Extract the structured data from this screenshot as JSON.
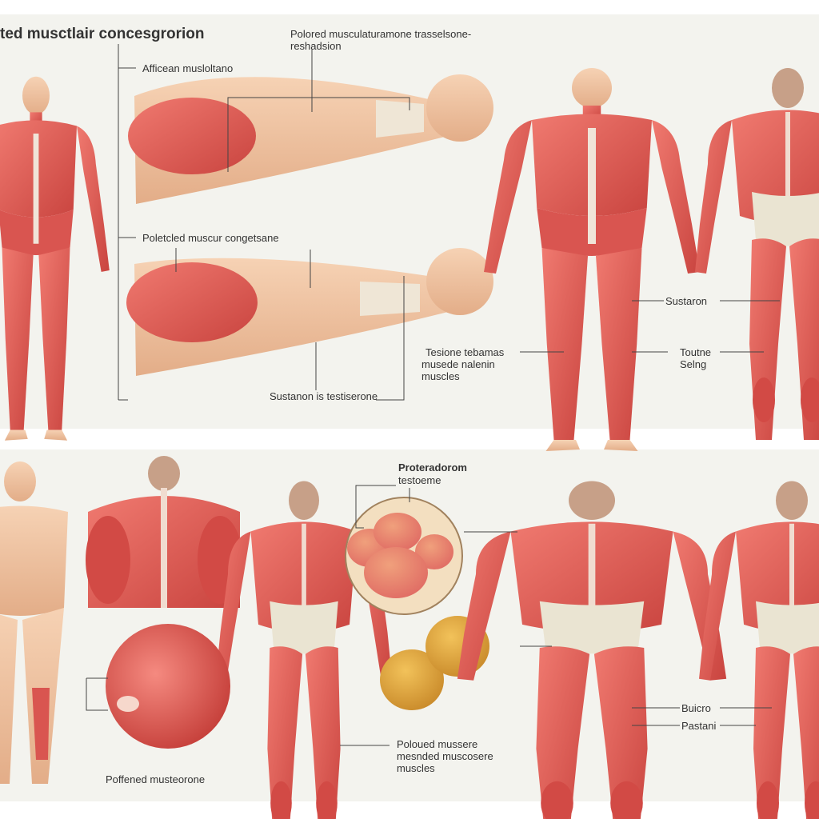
{
  "title": "ted musctlair concesgrorion",
  "top_labels": {
    "a": "Polored musculaturamone trasselsone-",
    "a2": "reshadsion",
    "b": "Afficean musloltano",
    "c": "Poletcled muscur congetsane",
    "d": "Sustaron",
    "e1": "Tesione tebamas",
    "e2": "musede nalenin",
    "e3": "muscles",
    "f": "Sustanon is testiserone",
    "g1": "Toutne",
    "g2": "Selng"
  },
  "bottom_labels": {
    "h1": "Proteradorom",
    "h2": "testoeme",
    "i": "Poffened musteorone",
    "j1": "Poloued mussere",
    "j2": "mesnded muscosere",
    "j3": "muscles",
    "k": "Buicro",
    "l": "Pastani"
  },
  "colors": {
    "muscle": "#e0554f",
    "muscle_dark": "#b83a36",
    "skin": "#f2c7a5",
    "tendon": "#e8e2cf",
    "background": "#f3f3ee",
    "leader": "#444444"
  }
}
